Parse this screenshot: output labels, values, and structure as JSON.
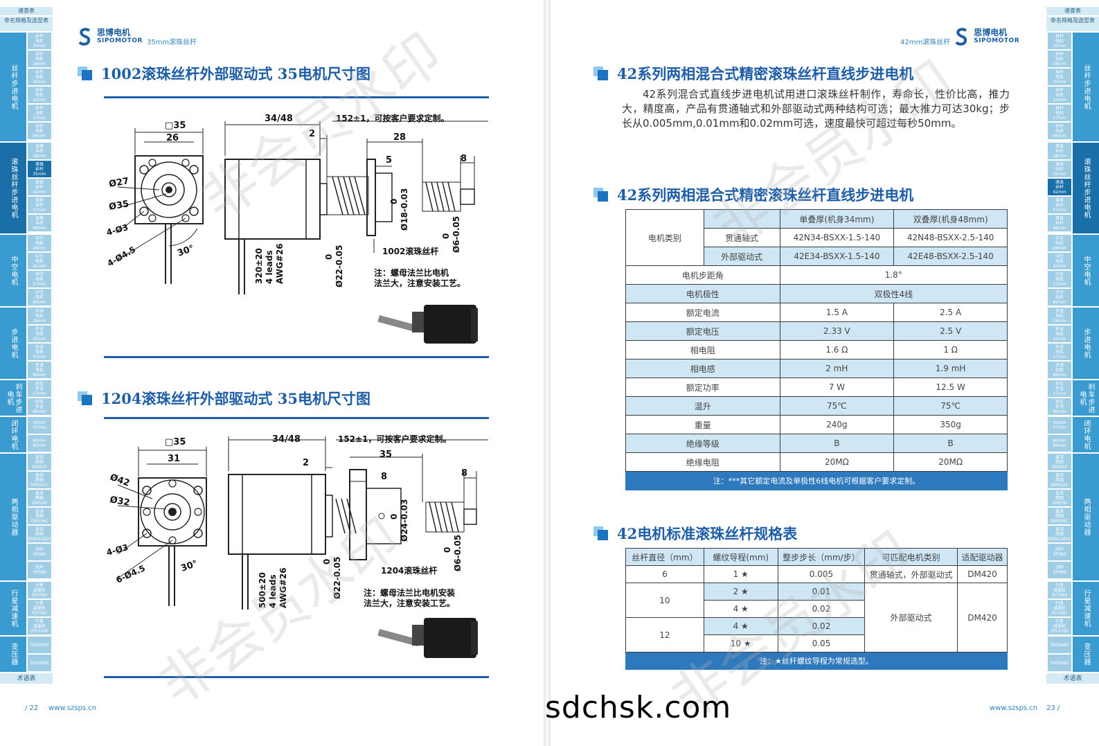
{
  "left_page": {
    "brand_cn": "思博电机",
    "brand_en": "SIPOMOTOR",
    "brand_sub": "35mm滚珠丝杆",
    "section1_title": "1002滚珠丝杆外部驱动式  35电机尺寸图",
    "section2_title": "1204滚珠丝杆外部驱动式  35电机尺寸图",
    "drawing1": {
      "square": "□35",
      "pitch": "26",
      "d27": "Ø27",
      "d35": "Ø35",
      "holes": "4-Ø3",
      "holes2": "4-Ø4.5",
      "angle": "30°",
      "body_len": "34/48",
      "two": "2",
      "len152": "152±1，可按客户要求定制。",
      "nut_len": "28",
      "five": "5",
      "eight": "8",
      "d18": "0",
      "d18b": "Ø18-0.03",
      "d6": "0",
      "d6b": "Ø6-0.05",
      "d22": "0",
      "d22b": "Ø22-0.05",
      "lead_label": "1002滚珠丝杆",
      "wire1": "320±20",
      "wire2": "4 leads",
      "wire3": "AWG#26",
      "note1": "注：螺母法兰比电机",
      "note2": "法兰大，注意安装工艺。"
    },
    "drawing2": {
      "square": "□35",
      "pitch": "31",
      "d42": "Ø42",
      "d32": "Ø32",
      "holes": "4-Ø3",
      "holes2": "6-Ø4.5",
      "angle": "30°",
      "body_len": "34/48",
      "two": "2",
      "len152": "152±1，可按客户要求定制。",
      "nut_len": "35",
      "eight_a": "8",
      "eight_b": "8",
      "d24": "0",
      "d24b": "Ø24-0.03",
      "d6": "0",
      "d6b": "Ø6-0.05",
      "d22": "0",
      "d22b": "Ø22-0.05",
      "lead_label": "1204滚珠丝杆",
      "wire1": "500±20",
      "wire2": "4 leads",
      "wire3": "AWG#26",
      "note1": "注：螺母法兰比电机安装",
      "note2": "法兰大，注意安装工艺。"
    },
    "footer_page": "/ 22",
    "footer_url": "www.szsps.cn",
    "nav_head": [
      "速查表",
      "命名规格及选型表"
    ],
    "nav_groups": [
      "丝杆步进电机",
      "滚珠丝杆步进电机",
      "中空电机",
      "步进电机",
      "刹车步进电机",
      "闭环电机",
      "两相驱动器",
      "行星减速机",
      "变压器"
    ],
    "nav_tail": "术语表"
  },
  "right_page": {
    "brand_cn": "思博电机",
    "brand_en": "SIPOMOTOR",
    "brand_sub": "42mm滚珠丝杆",
    "section1_title": "42系列两相混合式精密滚珠丝杆直线步进电机",
    "intro": "42系列混合式直线步进电机试用进口滚珠丝杆制作，寿命长，性价比高，推力大，精度高，产品有贯通轴式和外部驱动式两种结构可选；最大推力可达30kg；步长从0.005mm,0.01mm和0.02mm可选，速度最快可超过每秒50mm。",
    "section2_title": "42系列两相混合式精密滚珠丝杆直线步进电机",
    "spec_table": {
      "hdr_single": "单叠厚(机身34mm)",
      "hdr_double": "双叠厚(机身48mm)",
      "motor_type": "电机类别",
      "through": "贯通轴式",
      "external": "外部驱动式",
      "through_single": "42N34-BSXX-1.5-140",
      "through_double": "42N48-BSXX-2.5-140",
      "external_single": "42E34-BSXX-1.5-140",
      "external_double": "42E48-BSXX-2.5-140",
      "step_angle_label": "电机步距角",
      "step_angle": "1.8°",
      "polarity_label": "电机极性",
      "polarity": "双极性4线",
      "rows": [
        {
          "label": "额定电流",
          "a": "1.5 A",
          "b": "2.5 A"
        },
        {
          "label": "额定电压",
          "a": "2.33 V",
          "b": "2.5 V"
        },
        {
          "label": "相电阻",
          "a": "1.6 Ω",
          "b": "1 Ω"
        },
        {
          "label": "相电感",
          "a": "2 mH",
          "b": "1.9 mH"
        },
        {
          "label": "额定功率",
          "a": "7 W",
          "b": "12.5 W"
        },
        {
          "label": "温升",
          "a": "75℃",
          "b": "75℃"
        },
        {
          "label": "重量",
          "a": "240g",
          "b": "350g"
        },
        {
          "label": "绝缘等级",
          "a": "B",
          "b": "B"
        },
        {
          "label": "绝缘电阻",
          "a": "20MΩ",
          "b": "20MΩ"
        }
      ],
      "note": "注：***其它额定电流及单极性6线电机可根据客户要求定制。"
    },
    "section3_title": "42电机标准滚珠丝杆规格表",
    "lead_table": {
      "h1": "丝杆直径（mm）",
      "h2": "螺纹导程(mm)",
      "h3": "整步步长（mm/步）",
      "h4": "可匹配电机类别",
      "h5": "适配驱动器",
      "d6": "6",
      "d10": "10",
      "d12": "12",
      "l1": "1 ★",
      "l2": "2 ★",
      "l4a": "4 ★",
      "l4b": "4 ★",
      "l10": "10 ★",
      "s1": "0.005",
      "s2": "0.01",
      "s3": "0.02",
      "s4": "0.02",
      "s5": "0.05",
      "m1": "贯通轴式，外部驱动式",
      "m2": "外部驱动式",
      "drv1": "DM420",
      "drv2": "DM420",
      "note": "注：★丝杆螺纹导程为常规选型。"
    },
    "footer_page": "23 /",
    "footer_url": "www.szsps.cn",
    "nav_head": [
      "速查表",
      "命名规格及选型表"
    ],
    "nav_groups": [
      "丝杆步进电机",
      "滚珠丝杆步进电机",
      "中空电机",
      "步进电机",
      "刹车步进电机",
      "闭环电机",
      "两相驱动器",
      "行星减速机",
      "变压器"
    ],
    "nav_tail": "术语表"
  },
  "overlay": {
    "site": "sdchsk.com",
    "watermark": "非会员水印"
  },
  "colors": {
    "accent": "#1e5ea8",
    "nav": "#3a9bd1",
    "table_blue": "#cfe7f5",
    "note_bar": "#2e78bd"
  }
}
